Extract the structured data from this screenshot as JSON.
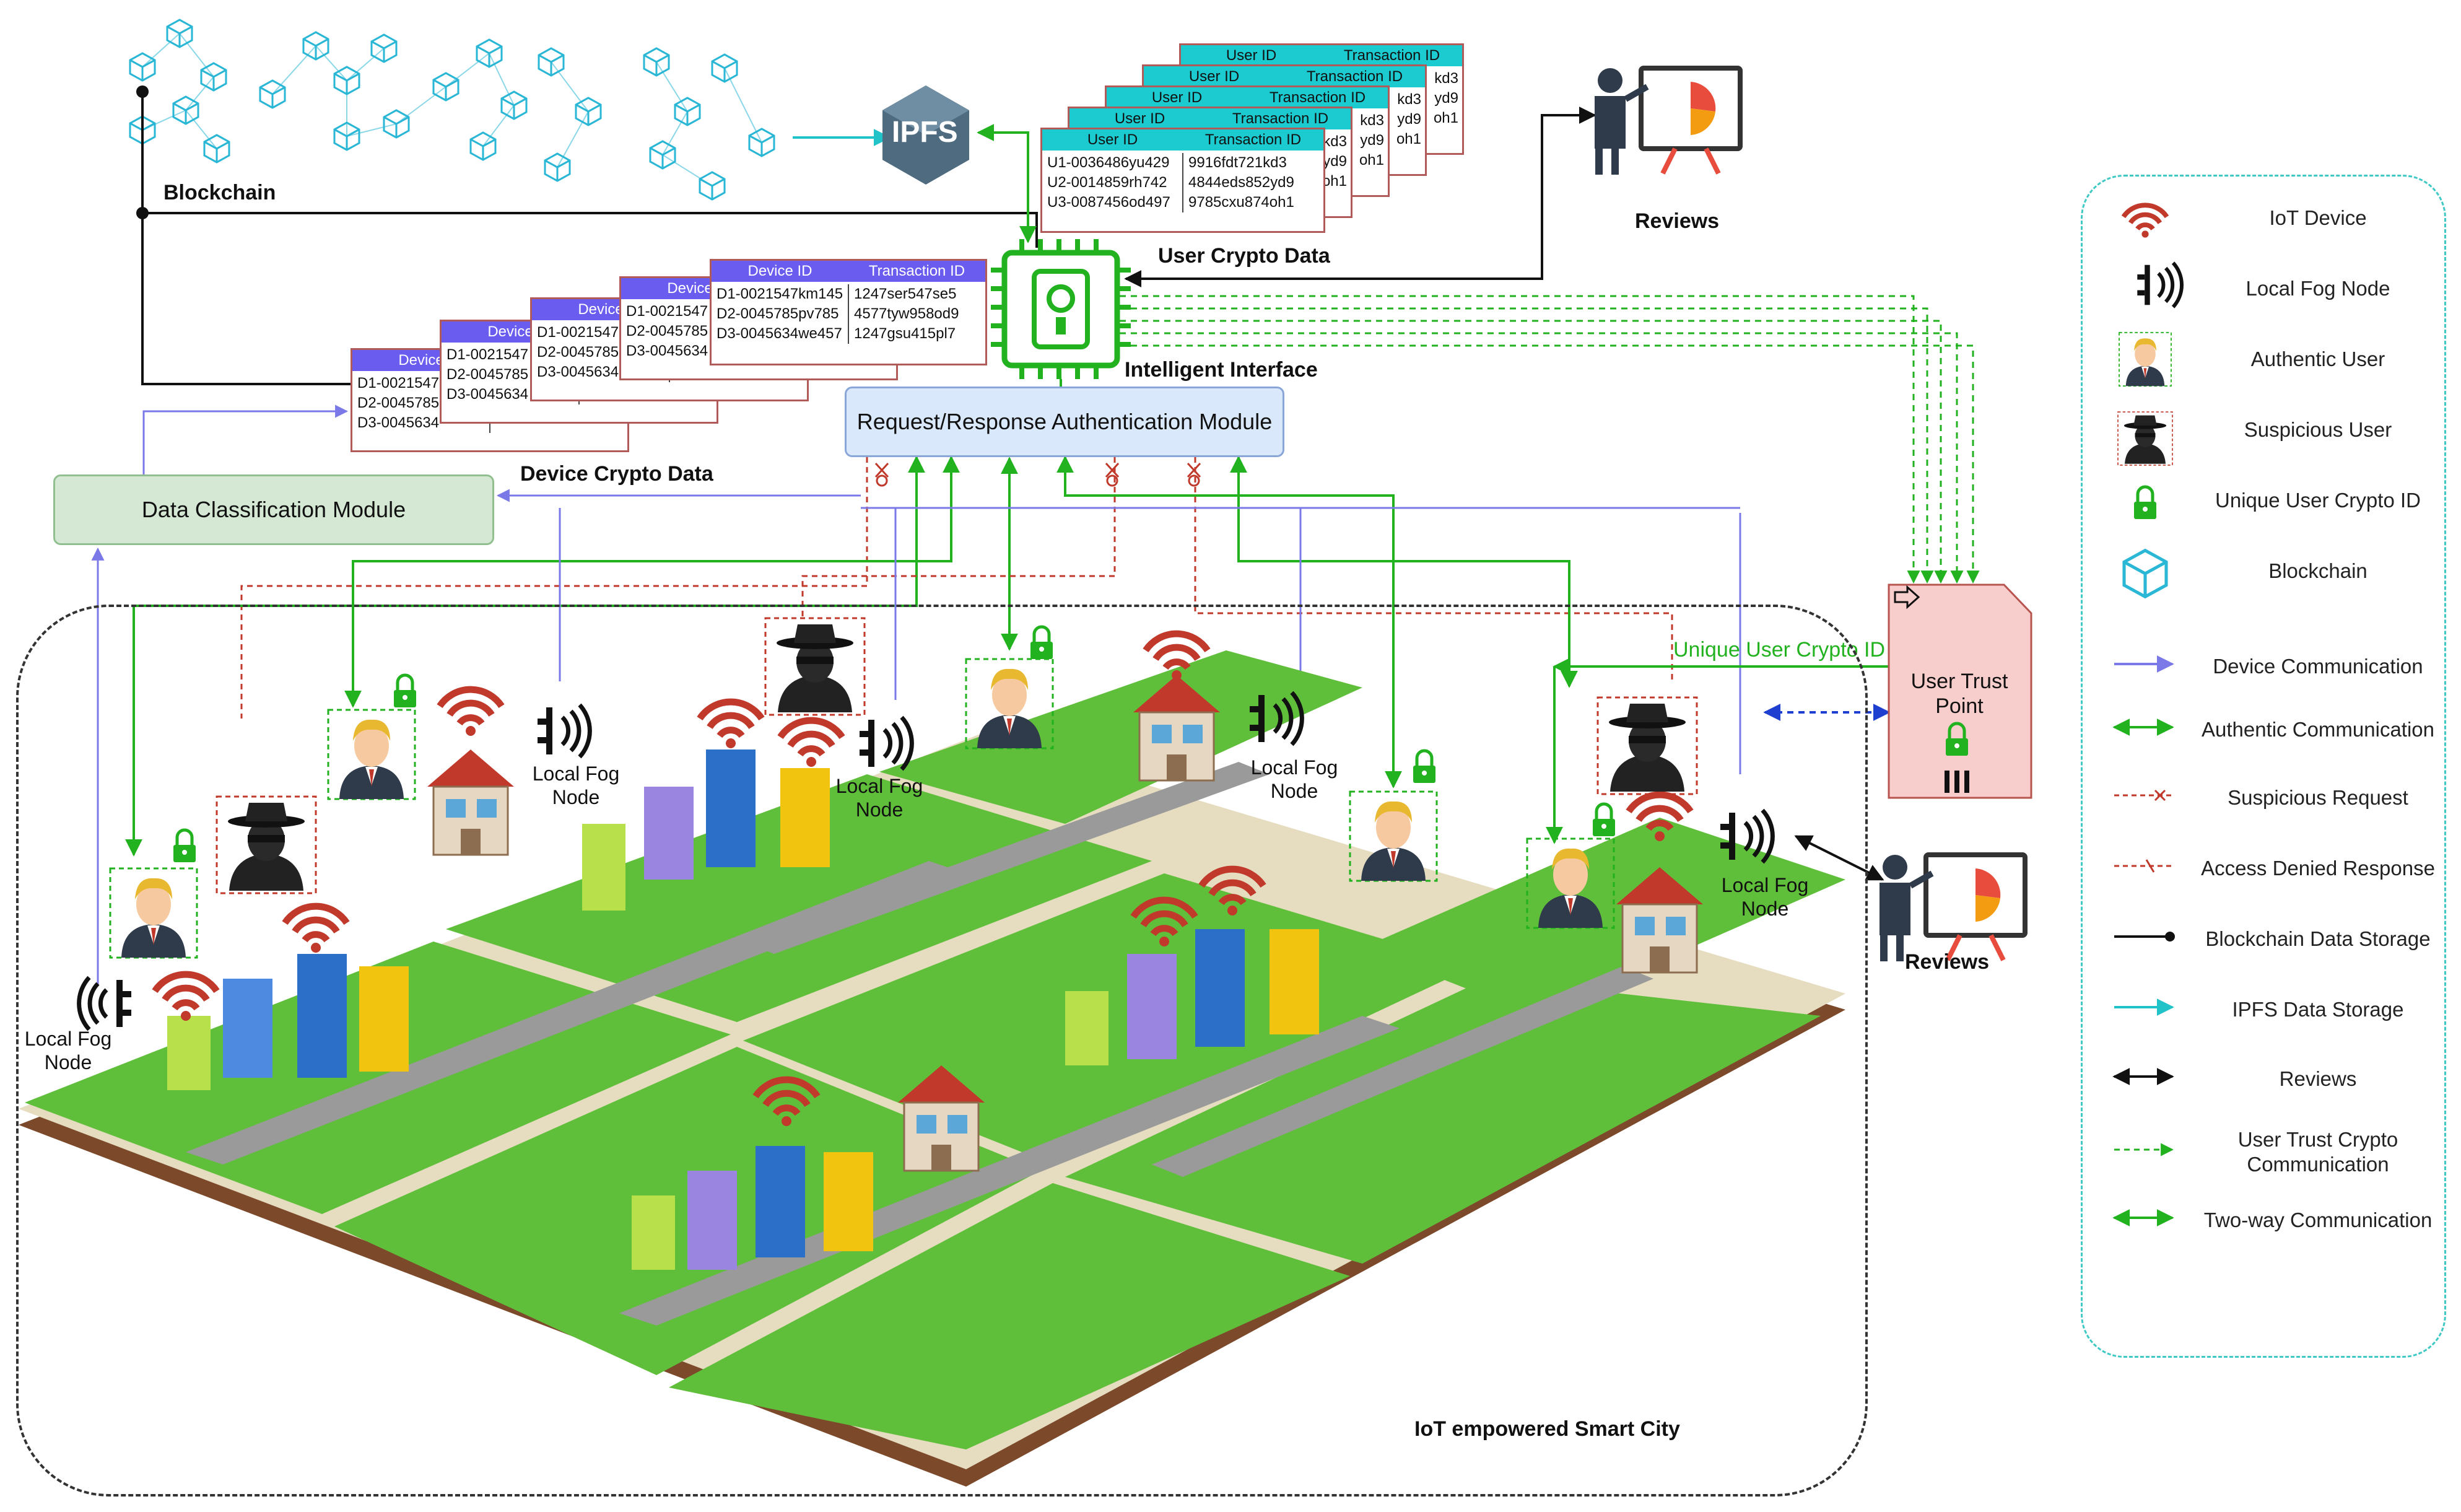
{
  "labels": {
    "blockchain": "Blockchain",
    "ipfs": "IPFS",
    "user_crypto_data": "User Crypto Data",
    "device_crypto_data": "Device Crypto Data",
    "intelligent_interface": "Intelligent Interface",
    "req_module": "Request/Response Authentication Module",
    "dc_module": "Data Classification Module",
    "reviews_top": "Reviews",
    "reviews_right": "Reviews",
    "trust_point": "User Trust Point",
    "unique_user_crypto_id": "Unique User Crypto ID",
    "city": "IoT empowered Smart City",
    "fog_node_1": "Local Fog Node",
    "fog_node_2": "Local Fog Node",
    "fog_node_3": "Local Fog Node",
    "fog_node_4": "Local Fog Node",
    "fog_node_5": "Local Fog Node"
  },
  "user_table": {
    "headers": [
      "User ID",
      "Transaction ID"
    ],
    "user_ids": [
      "U1-0036486yu429",
      "U2-0014859rh742",
      "U3-0087456od497"
    ],
    "transaction_ids": [
      "9916fdt721kd3",
      "4844eds852yd9",
      "9785cxu874oh1"
    ],
    "back_fragments": [
      "kd3",
      "yd9",
      "oh1"
    ]
  },
  "device_table": {
    "headers": [
      "Device ID",
      "Transaction ID"
    ],
    "device_ids": [
      "D1-0021547km145",
      "D2-0045785pv785",
      "D3-0045634we457"
    ],
    "transaction_ids": [
      "1247ser547se5",
      "4577tyw958od9",
      "1247gsu415pl7"
    ],
    "back_header": "Device",
    "back_rows": [
      "D1-0021547",
      "D2-0045785",
      "D3-0045634"
    ]
  },
  "legend": [
    {
      "icon": "iot-device-icon",
      "label": "IoT Device"
    },
    {
      "icon": "fog-node-icon",
      "label": "Local Fog Node"
    },
    {
      "icon": "authentic-user-icon",
      "label": "Authentic User"
    },
    {
      "icon": "suspicious-user-icon",
      "label": "Suspicious User"
    },
    {
      "icon": "lock-icon",
      "label": "Unique User Crypto ID"
    },
    {
      "icon": "blockchain-cube-icon",
      "label": "Blockchain"
    },
    {
      "icon": "arrow-blue-icon",
      "label": "Device Communication"
    },
    {
      "icon": "arrow-green-double-icon",
      "label": "Authentic Communication"
    },
    {
      "icon": "arrow-red-dashed-icon",
      "label": "Suspicious Request"
    },
    {
      "icon": "arrow-red-denied-icon",
      "label": "Access Denied Response"
    },
    {
      "icon": "arrow-black-dot-icon",
      "label": "Blockchain Data Storage"
    },
    {
      "icon": "arrow-cyan-icon",
      "label": "IPFS Data Storage"
    },
    {
      "icon": "arrow-black-double-icon",
      "label": "Reviews"
    },
    {
      "icon": "arrow-green-dashed-icon",
      "label": "User Trust Crypto Communication"
    },
    {
      "icon": "arrow-green-two-way-icon",
      "label": "Two-way Communication"
    }
  ],
  "colors": {
    "green": "#22b21f",
    "blue_line": "#7b78e8",
    "red_line": "#d9534f",
    "cyan_line": "#22c2c9",
    "blockchain_cube": "#2ab7d6",
    "teal_header": "#1ccbd0",
    "violet_header": "#6b5cf0",
    "trust_fill": "#f8cecc",
    "wifi_red": "#c0392b"
  }
}
